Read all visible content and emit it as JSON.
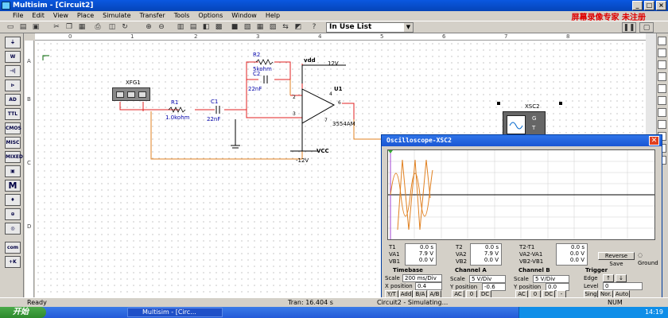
{
  "window": {
    "title": "Multisim - [Circuit2]",
    "min": "_",
    "max": "□",
    "close": "×"
  },
  "watermark": "屏幕录像专家 未注册",
  "menu": [
    "File",
    "Edit",
    "View",
    "Place",
    "Simulate",
    "Transfer",
    "Tools",
    "Options",
    "Window",
    "Help"
  ],
  "toolbar": {
    "in_use_list": "In Use List"
  },
  "palette": [
    "⏚",
    "W",
    "⊣|",
    "⊳",
    "AD",
    "TTL",
    "CMOS",
    "MISC",
    "MIXED",
    "▣",
    "M",
    "♦",
    "⊕",
    "◎",
    "com",
    "+K"
  ],
  "ruler": {
    "h": [
      "0",
      "1",
      "2",
      "3",
      "4",
      "5",
      "6",
      "7",
      "8"
    ],
    "v": [
      "A",
      "B",
      "C",
      "D"
    ]
  },
  "schematic": {
    "xfg": "XFG1",
    "r1": "R1",
    "r1_val": "1.0kohm",
    "c1": "C1",
    "c1_val": "22nF",
    "r2": "R2",
    "r2_val": "5kohm",
    "c2": "C2",
    "c2_val": "22nF",
    "vdd": "vdd",
    "vdd_val": "12V",
    "vcc": "VCC",
    "vcc_val": "-12V",
    "u1": "U1",
    "u1_part": "3554AM",
    "pin2": "2",
    "pin3": "3",
    "pin4": "4",
    "pin6": "6",
    "pin7": "7",
    "xsc": "XSC2",
    "xsc_g": "G",
    "xsc_t": "T"
  },
  "scope": {
    "title": "Oscilloscope-XSC2",
    "t1": "T1",
    "t2": "T2",
    "t21": "T2-T1",
    "t1_time": "0.0 s",
    "t1_va": "7.9 V",
    "t1_vb": "0.0 V",
    "t2_time": "0.0 s",
    "t2_va": "7.9 V",
    "t2_vb": "0.0 V",
    "d_time": "0.0 s",
    "d_va": "0.0 V",
    "d_vb": "0.0 V",
    "vb1": "VA1",
    "vb2": "VB1",
    "vb3": "VA2",
    "vb4": "VB2",
    "vb5": "VA2-VA1",
    "vb6": "VB2-VB1",
    "reverse": "Reverse",
    "save": "Save",
    "ground": "Ground",
    "timebase": "Timebase",
    "scale": "Scale",
    "tb_scale": "200 ms/Div",
    "xpos": "X position",
    "xpos_val": "0.4",
    "yt": "Y/T",
    "add": "Add",
    "ba": "B/A",
    "ab": "A/B",
    "cha": "Channel A",
    "cha_scale": "5 V/Div",
    "ypos": "Y position",
    "cha_ypos": "-0.6",
    "chb": "Channel B",
    "chb_scale": "5 V/Div",
    "chb_ypos": "0.0",
    "ac": "AC",
    "zero": "0",
    "dc": "DC",
    "minus": "-",
    "trigger": "Trigger",
    "edge": "Edge",
    "level": "Level",
    "level_val": "0",
    "sing": "Sing",
    "nor": "Nor.",
    "auto": "Auto"
  },
  "status": {
    "ready": "Ready",
    "tran": "Tran: 16.404 s",
    "sim": "Circuit2 - Simulating...",
    "num": "NUM"
  },
  "taskbar": {
    "start": "开始",
    "task1": "Multisim - [Circ...",
    "time": "14:19"
  }
}
